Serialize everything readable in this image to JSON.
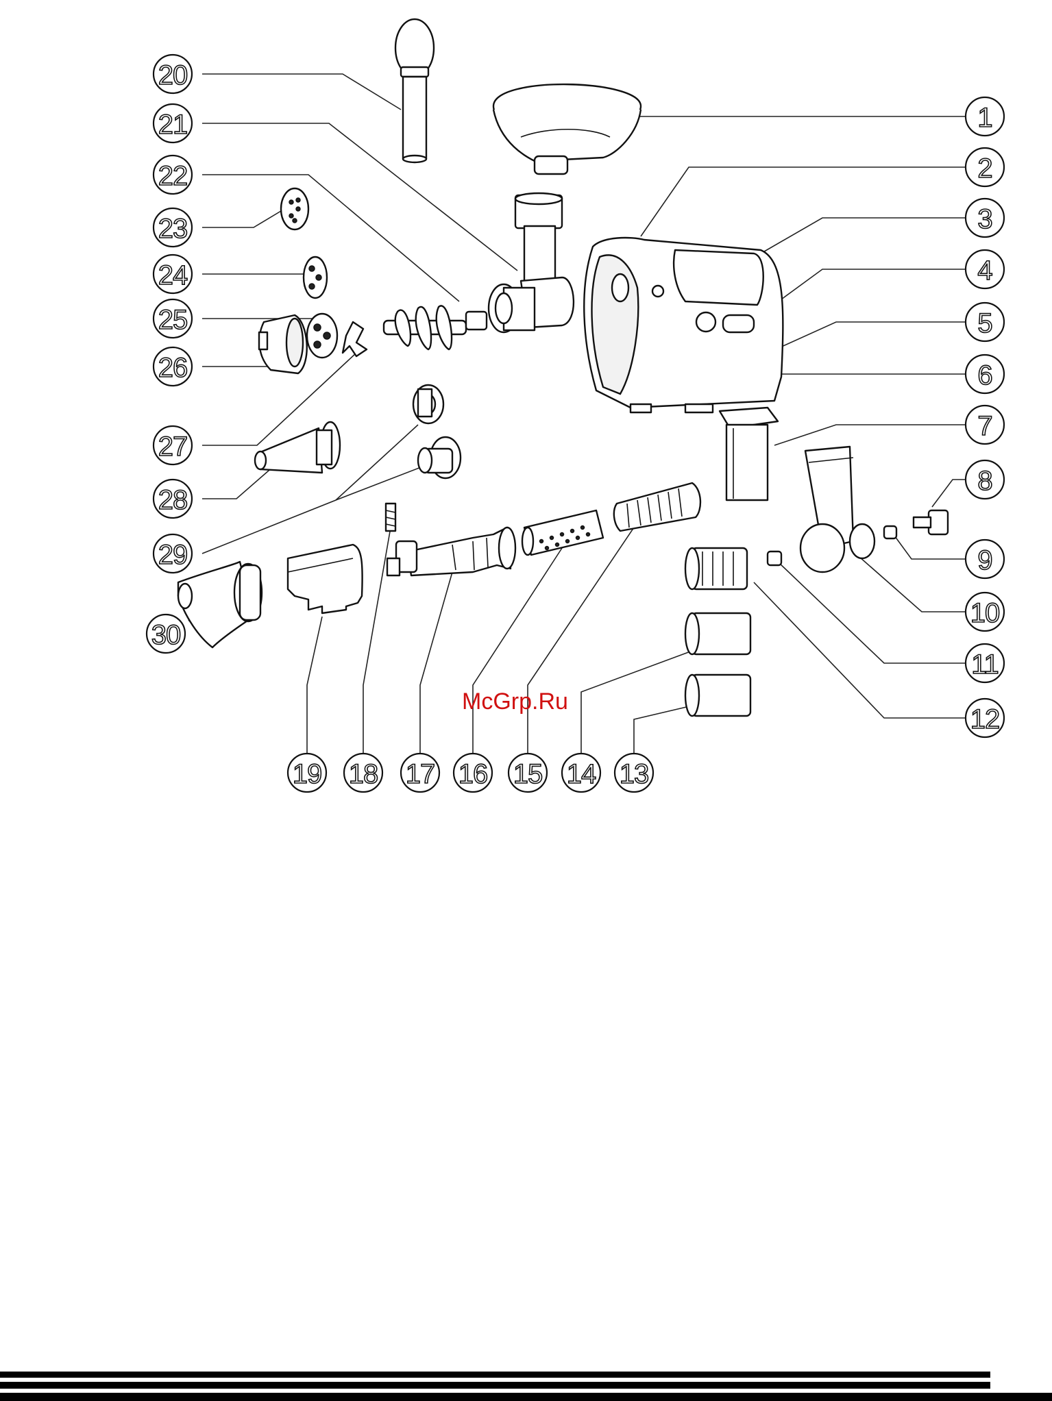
{
  "watermark": "McGrp.Ru",
  "callouts": {
    "c1": "1",
    "c2": "2",
    "c3": "3",
    "c4": "4",
    "c5": "5",
    "c6": "6",
    "c7": "7",
    "c8": "8",
    "c9": "9",
    "c10": "10",
    "c11": "11",
    "c12": "12",
    "c13": "13",
    "c14": "14",
    "c15": "15",
    "c16": "16",
    "c17": "17",
    "c18": "18",
    "c19": "19",
    "c20": "20",
    "c21": "21",
    "c22": "22",
    "c23": "23",
    "c24": "24",
    "c25": "25",
    "c26": "26",
    "c27": "27",
    "c28": "28",
    "c29": "29",
    "c30": "30"
  },
  "colors": {
    "line": "#111111",
    "watermark": "#d01010",
    "footer": "#000000"
  }
}
